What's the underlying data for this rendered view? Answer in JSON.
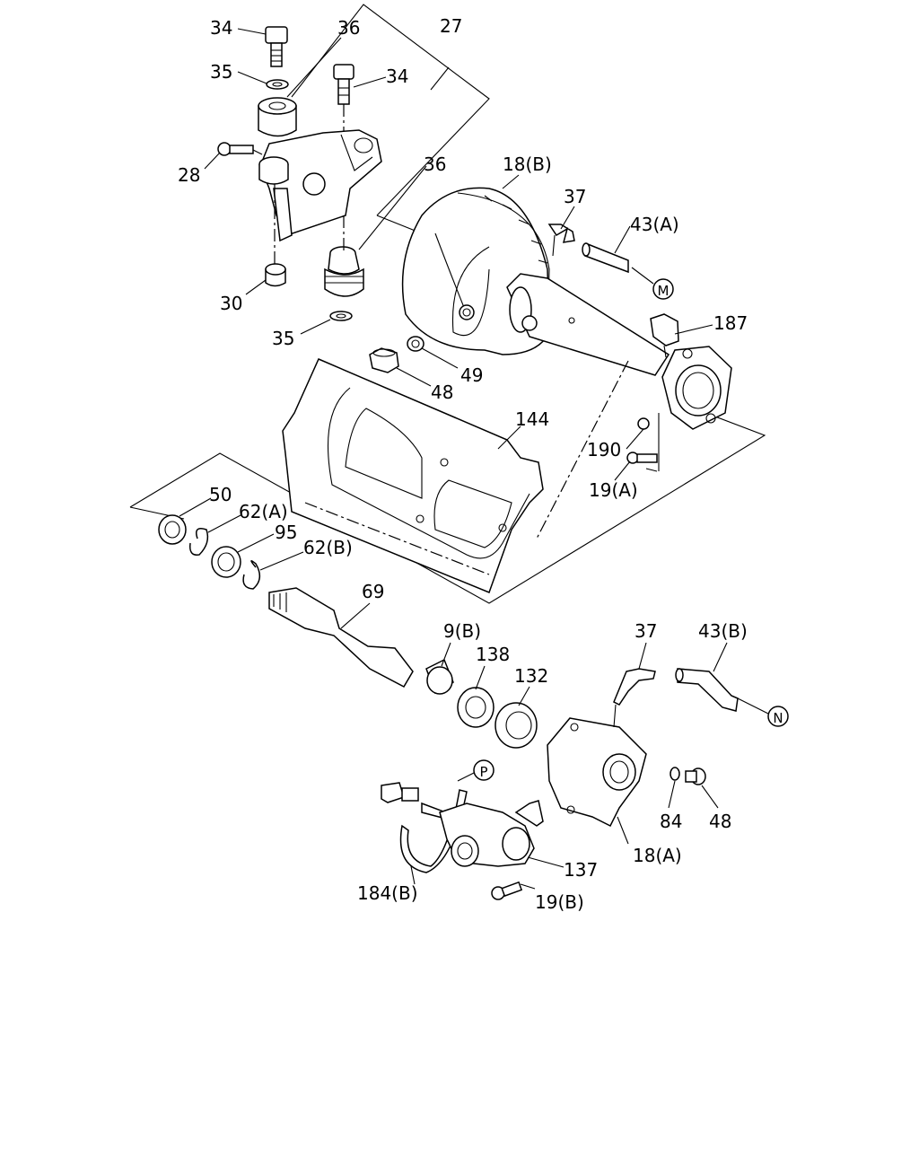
{
  "callouts": {
    "c34a": "34",
    "c36a": "36",
    "c27": "27",
    "c35a": "35",
    "c34b": "34",
    "c28": "28",
    "c36b": "36",
    "c18b": "18(B)",
    "c37a": "37",
    "c43a": "43(A)",
    "c30": "30",
    "c187": "187",
    "c35b": "35",
    "c49": "49",
    "c48a": "48",
    "c144": "144",
    "c190": "190",
    "c19a": "19(A)",
    "c50": "50",
    "c62a": "62(A)",
    "c95": "95",
    "c62b": "62(B)",
    "c69": "69",
    "c9b": "9(B)",
    "c37b": "37",
    "c43b": "43(B)",
    "c138": "138",
    "c132": "132",
    "c84": "84",
    "c48b": "48",
    "c18a": "18(A)",
    "c137": "137",
    "c184b": "184(B)",
    "c19b": "19(B)"
  },
  "connectors": {
    "m": "M",
    "n": "N",
    "p": "P"
  }
}
